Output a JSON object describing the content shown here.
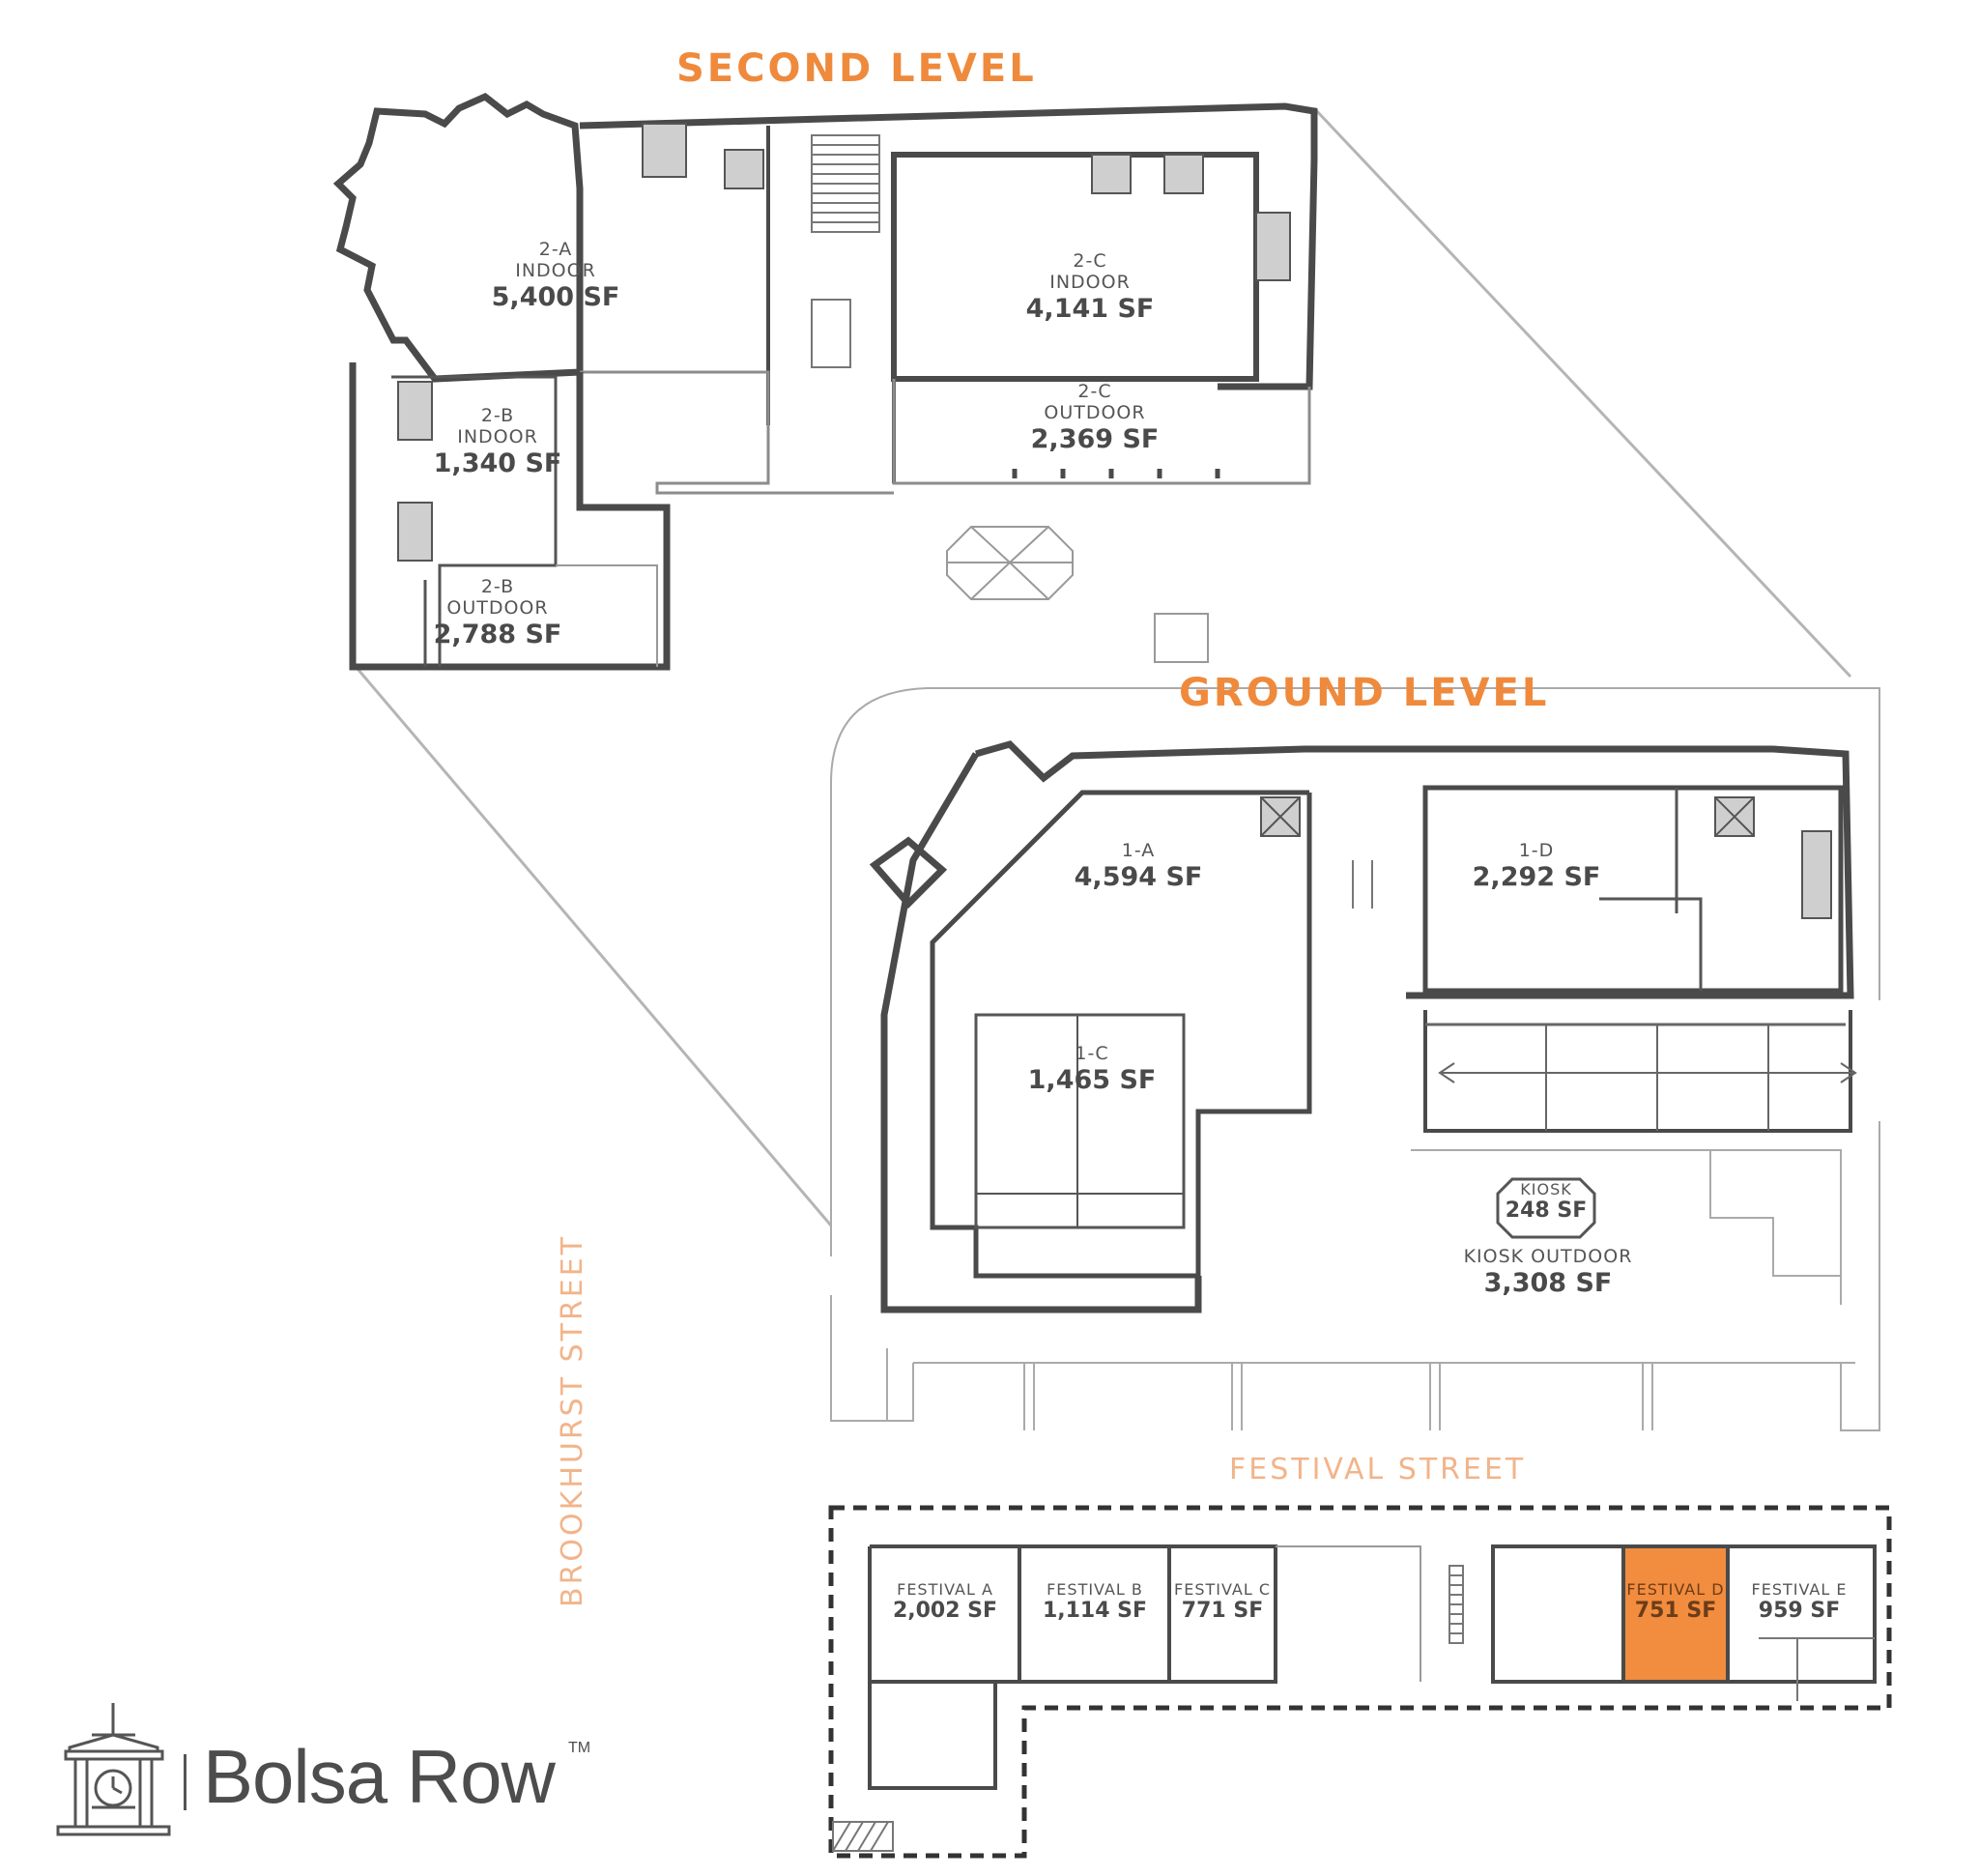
{
  "headings": {
    "second_level": "SECOND LEVEL",
    "ground_level": "GROUND LEVEL"
  },
  "streets": {
    "brookhurst": "BROOKHURST STREET",
    "festival": "FESTIVAL STREET"
  },
  "second_level_units": [
    {
      "id": "2-A",
      "kind": "INDOOR",
      "sf": "5,400 SF"
    },
    {
      "id": "2-B",
      "kind": "INDOOR",
      "sf": "1,340 SF"
    },
    {
      "id": "2-B",
      "kind": "OUTDOOR",
      "sf": "2,788 SF"
    },
    {
      "id": "2-C",
      "kind": "INDOOR",
      "sf": "4,141 SF"
    },
    {
      "id": "2-C",
      "kind": "OUTDOOR",
      "sf": "2,369 SF"
    }
  ],
  "ground_level_units": [
    {
      "id": "1-A",
      "sf": "4,594 SF"
    },
    {
      "id": "1-C",
      "sf": "1,465 SF"
    },
    {
      "id": "1-D",
      "sf": "2,292 SF"
    },
    {
      "id": "KIOSK",
      "sf": "248 SF"
    },
    {
      "id": "KIOSK OUTDOOR",
      "sf": "3,308 SF"
    }
  ],
  "festival_units": [
    {
      "id": "FESTIVAL A",
      "sf": "2,002 SF"
    },
    {
      "id": "FESTIVAL B",
      "sf": "1,114 SF"
    },
    {
      "id": "FESTIVAL C",
      "sf": "771 SF"
    },
    {
      "id": "FESTIVAL D",
      "sf": "751 SF",
      "highlighted": true
    },
    {
      "id": "FESTIVAL E",
      "sf": "959 SF"
    }
  ],
  "logo": {
    "name": "Bolsa Row",
    "tm": "TM"
  },
  "colors": {
    "accent": "#ef8a3c",
    "street_label": "#f2b48a",
    "highlight_fill": "#f28c3f",
    "wall": "#4a4a4a",
    "core_gray": "#cfcfcf"
  },
  "icons": [
    "staircase-icon",
    "elevator-icon",
    "door-icon",
    "gazebo-clock-logo-icon"
  ]
}
